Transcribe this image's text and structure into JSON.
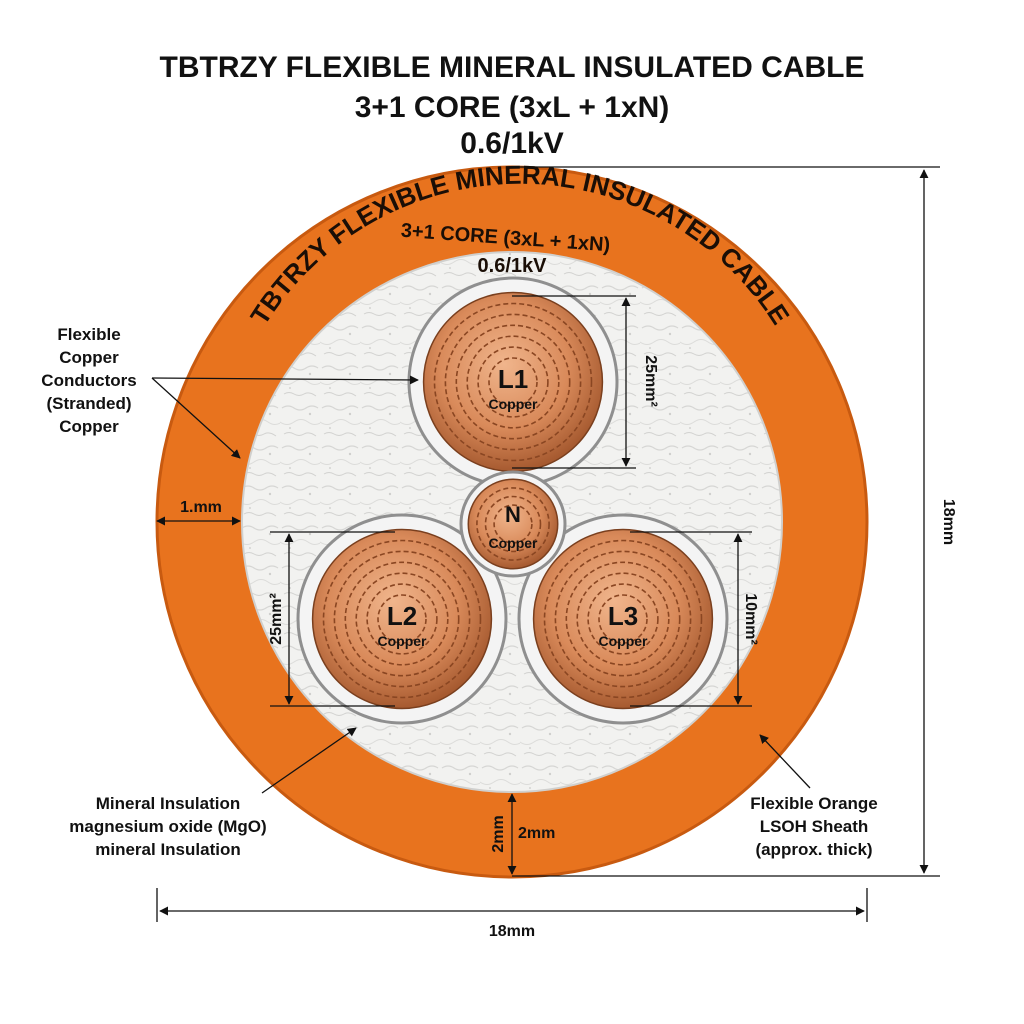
{
  "title": {
    "line1": "TBTRZY FLEXIBLE MINERAL INSULATED CABLE",
    "line2": "3+1 CORE (3xL + 1xN)",
    "line3": "0.6/1kV"
  },
  "sheath_print": {
    "arc_text": "TBTRZY FLEXIBLE MINERAL INSULATED CABLE",
    "line2": "3+1 CORE (3xL + 1xN)",
    "line3": "0.6/1kV"
  },
  "cores": {
    "l1": {
      "label": "L1",
      "material": "Copper"
    },
    "l2": {
      "label": "L2",
      "material": "Copper"
    },
    "l3": {
      "label": "L3",
      "material": "Copper"
    },
    "n": {
      "label": "N",
      "material": "Copper"
    }
  },
  "dimensions": {
    "l1_size": "25mm²",
    "l2_size": "25mm²",
    "l3_size": "10mm²",
    "insulation_gap": "1.mm",
    "sheath_thickness_vertical": "2mm",
    "sheath_thickness_label": "2mm",
    "overall_height": "18mm",
    "overall_width": "18mm"
  },
  "callouts": {
    "conductors": [
      "Flexible",
      "Copper",
      "Conductors",
      "(Stranded)",
      "Copper"
    ],
    "mineral": [
      "Mineral Insulation",
      "magnesium oxide (MgO)",
      "mineral Insulation"
    ],
    "sheath": [
      "Flexible Orange",
      "LSOH Sheath",
      "(approx. thick)"
    ]
  },
  "colors": {
    "sheath": "#e8731e",
    "sheath_dark": "#c85a10",
    "insulation": "#f1f1ef",
    "copper": "#d98a5a",
    "copper_dark": "#9c5630",
    "core_jacket": "#9a9a9a"
  }
}
